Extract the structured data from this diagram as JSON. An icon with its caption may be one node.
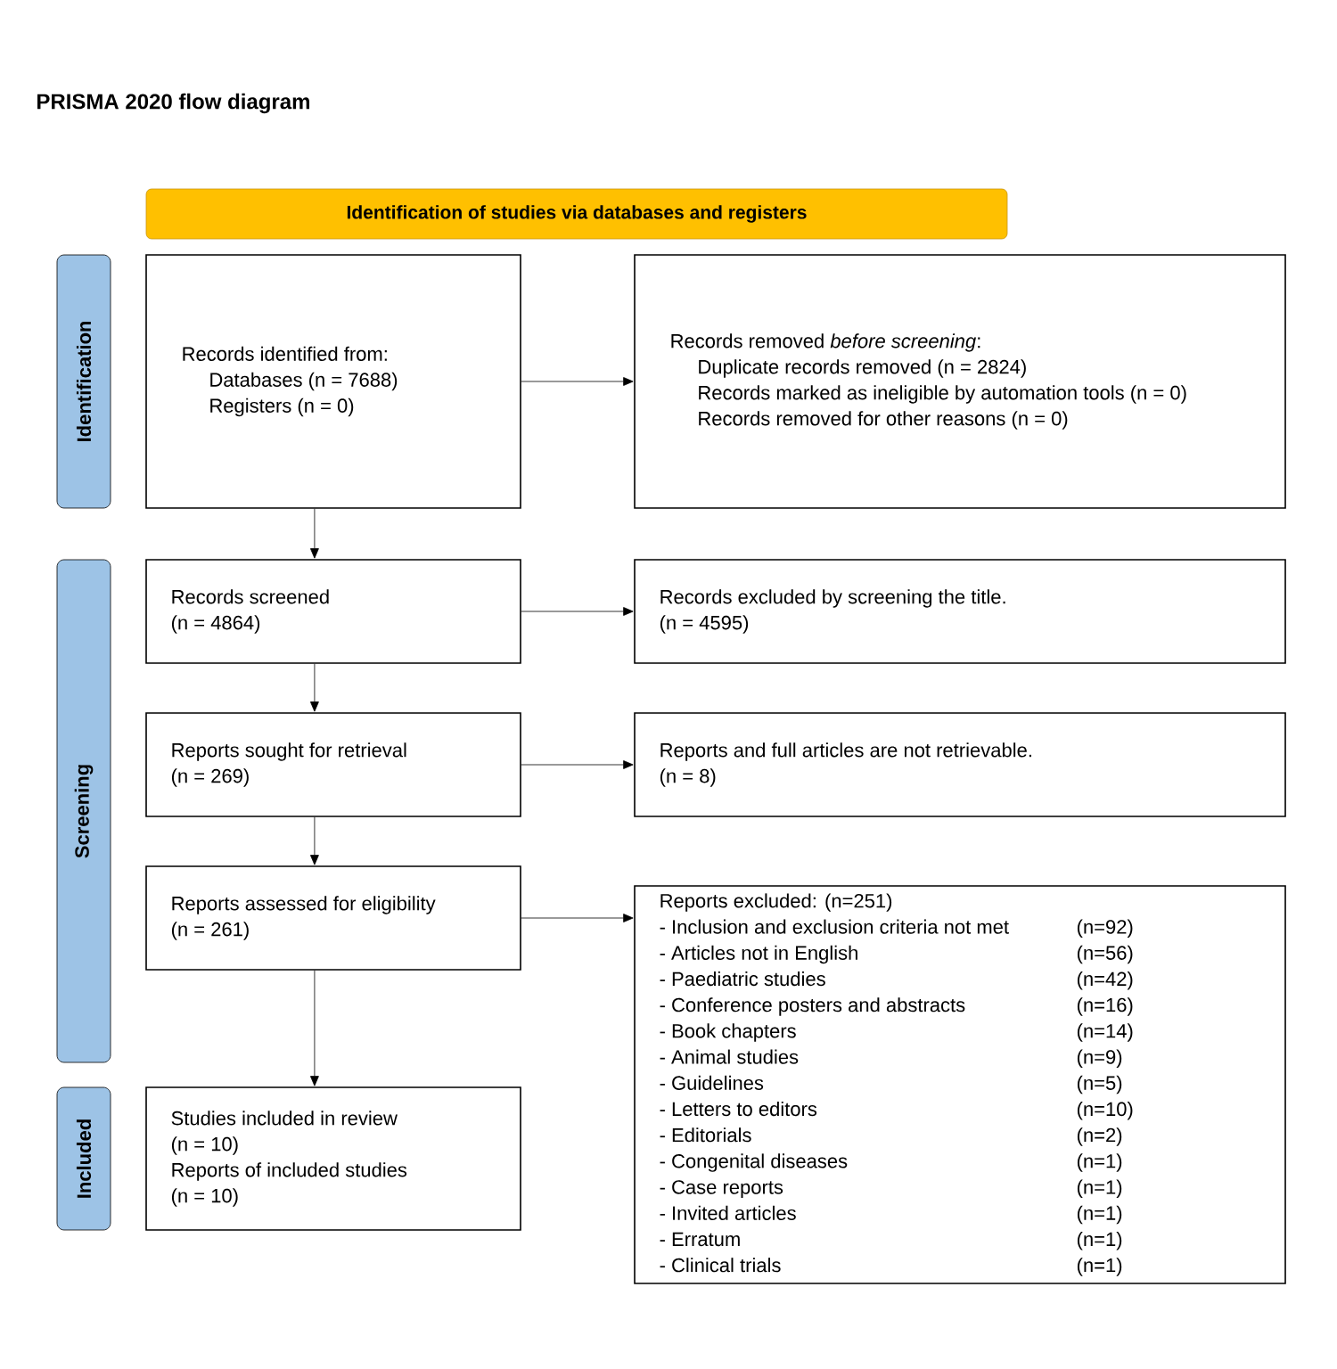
{
  "diagram": {
    "title": "PRISMA 2020 flow diagram",
    "nodes": [
      {
        "text": [
          "Identification of studies via databases and registers"
        ]
      },
      {
        "text": [
          "Identification"
        ]
      },
      {
        "text": [
          "Screening"
        ]
      },
      {
        "text": [
          "Included"
        ]
      },
      {
        "text": [
          "Records identified from:",
          "Databases (n = 7688)",
          "Registers (n = 0)"
        ]
      },
      {
        "text": [
          "Records removed *before screening*:",
          "Duplicate records removed (n = 2824)",
          "Records marked as ineligible by automation tools (n = 0)",
          "Records removed for other reasons (n = 0)"
        ]
      },
      {
        "text": [
          "Records screened",
          "(n = 4864)"
        ]
      },
      {
        "text": [
          "Records excluded by screening the title.",
          "(n = 4595)"
        ]
      },
      {
        "text": [
          "Reports sought for retrieval",
          "(n = 269)"
        ]
      },
      {
        "text": [
          "Reports and full articles are not retrievable.",
          "(n = 8)"
        ]
      },
      {
        "text": [
          "Reports assessed for eligibility",
          "(n = 261)"
        ]
      },
      {
        "text": [
          "Reports excluded: (n=251)",
          "- Inclusion and exclusion criteria not met",
          "(n=92)",
          "- Articles not in English",
          "(n=56)",
          "- Paediatric studies",
          "(n=42)",
          "- Conference posters and abstracts",
          "(n=16)",
          "- Book chapters",
          "(n=14)",
          "- Animal studies",
          "(n=9)",
          "- Guidelines",
          "(n=5)",
          "- Letters to editors",
          "(n=10)",
          "- Editorials",
          "(n=2)",
          "- Congenital diseases",
          "(n=1)",
          "- Case reports",
          "(n=1)",
          "- Invited articles",
          "(n=1)",
          "- Erratum",
          "(n=1)",
          "- Clinical trials",
          "(n=1)"
        ]
      },
      {
        "text": [
          "Studies included in review",
          "(n = 10)",
          "Reports of included studies",
          "(n = 10)"
        ]
      }
    ],
    "edges": [
      {
        "from": 4,
        "to": 5,
        "arrow": "to"
      },
      {
        "from": 4,
        "to": 6,
        "arrow": "to"
      },
      {
        "from": 6,
        "to": 7,
        "arrow": "to"
      },
      {
        "from": 6,
        "to": 8,
        "arrow": "to"
      },
      {
        "from": 8,
        "to": 9,
        "arrow": "to"
      },
      {
        "from": 8,
        "to": 10,
        "arrow": "to"
      },
      {
        "from": 10,
        "to": 11,
        "arrow": "to"
      },
      {
        "from": 10,
        "to": 12,
        "arrow": "to"
      }
    ]
  }
}
